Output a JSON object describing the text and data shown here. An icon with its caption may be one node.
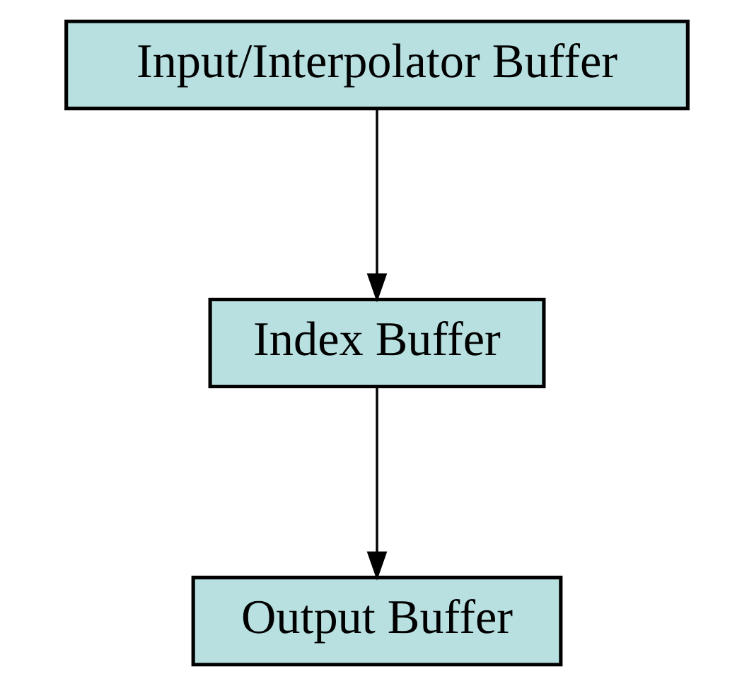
{
  "diagram": {
    "nodes": [
      {
        "text": [
          "Input/Interpolator Buffer"
        ]
      },
      {
        "text": [
          "Index Buffer"
        ]
      },
      {
        "text": [
          "Output Buffer"
        ]
      }
    ],
    "edges": [
      {
        "from": 0,
        "to": 1,
        "arrow": "to"
      },
      {
        "from": 1,
        "to": 2,
        "arrow": "to"
      }
    ]
  }
}
